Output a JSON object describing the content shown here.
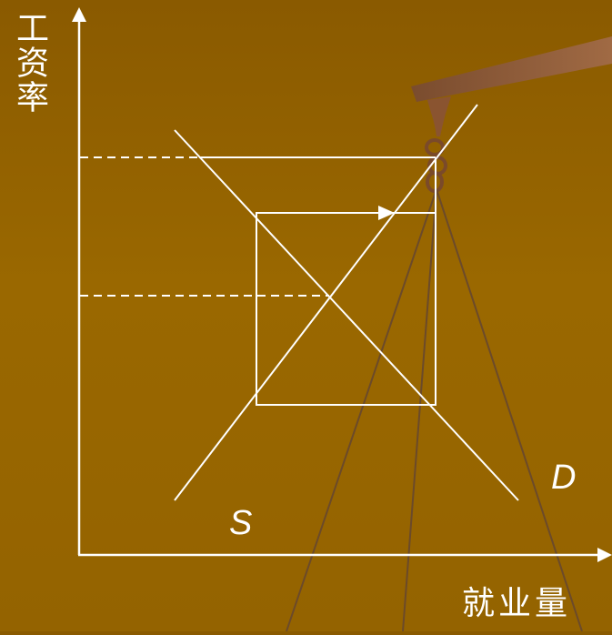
{
  "axes": {
    "y_label": "工资率",
    "x_label": "就业量"
  },
  "curves": {
    "supply_label": "S",
    "demand_label": "D"
  },
  "colors": {
    "background": "#946300",
    "line": "#ffffff",
    "beam": "#8a5a3c",
    "string": "#6b4a2a"
  },
  "icons": {
    "scale": "balance-scale-icon"
  }
}
